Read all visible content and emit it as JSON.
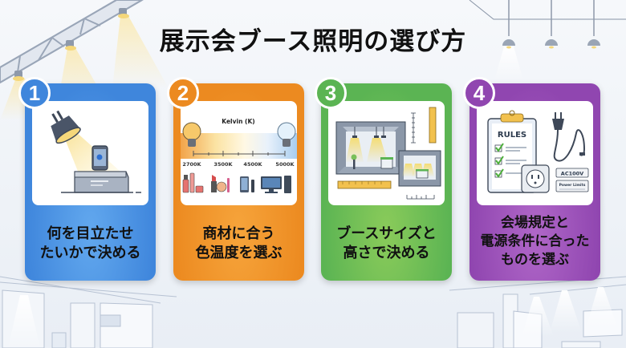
{
  "title": "展示会ブース照明の選び方",
  "cards": [
    {
      "number": "1",
      "color": "#3f86dc",
      "caption_lines": [
        "何を目立たせ",
        "たいかで決める"
      ],
      "illustration": "spotlight-on-product"
    },
    {
      "number": "2",
      "color": "#ec8a20",
      "caption_lines": [
        "商材に合う",
        "色温度を選ぶ"
      ],
      "illustration": "color-temperature-scale",
      "scale": {
        "label": "Kelvin (K)",
        "ticks": [
          "2700K",
          "3500K",
          "4500K",
          "5000K"
        ]
      }
    },
    {
      "number": "3",
      "color": "#5bb453",
      "caption_lines": [
        "ブースサイズと",
        "高さで決める"
      ],
      "illustration": "booth-size-rulers"
    },
    {
      "number": "4",
      "color": "#9046b0",
      "caption_lines": [
        "会場規定と",
        "電源条件に合った",
        "ものを選ぶ"
      ],
      "illustration": "rules-and-power",
      "labels": {
        "clipboard": "RULES",
        "voltage": "AC100V",
        "power": "Power Limits"
      }
    }
  ]
}
